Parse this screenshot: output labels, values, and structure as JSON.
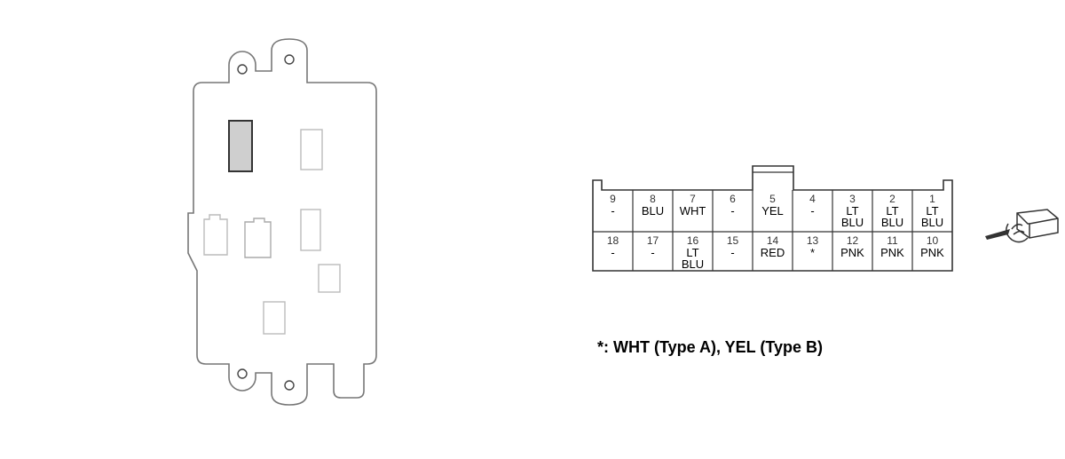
{
  "connector": {
    "pins": [
      {
        "num": "9",
        "wire": [
          "-"
        ]
      },
      {
        "num": "8",
        "wire": [
          "BLU"
        ]
      },
      {
        "num": "7",
        "wire": [
          "WHT"
        ]
      },
      {
        "num": "6",
        "wire": [
          "-"
        ]
      },
      {
        "num": "5",
        "wire": [
          "YEL"
        ]
      },
      {
        "num": "4",
        "wire": [
          "-"
        ]
      },
      {
        "num": "3",
        "wire": [
          "LT",
          "BLU"
        ]
      },
      {
        "num": "2",
        "wire": [
          "LT",
          "BLU"
        ]
      },
      {
        "num": "1",
        "wire": [
          "LT",
          "BLU"
        ]
      },
      {
        "num": "18",
        "wire": [
          "-"
        ]
      },
      {
        "num": "17",
        "wire": [
          "-"
        ]
      },
      {
        "num": "16",
        "wire": [
          "LT",
          "BLU"
        ]
      },
      {
        "num": "15",
        "wire": [
          "-"
        ]
      },
      {
        "num": "14",
        "wire": [
          "RED"
        ]
      },
      {
        "num": "13",
        "wire": [
          "*"
        ]
      },
      {
        "num": "12",
        "wire": [
          "PNK"
        ]
      },
      {
        "num": "11",
        "wire": [
          "PNK"
        ]
      },
      {
        "num": "10",
        "wire": [
          "PNK"
        ]
      }
    ]
  },
  "footnote": "*: WHT (Type A), YEL (Type B)"
}
